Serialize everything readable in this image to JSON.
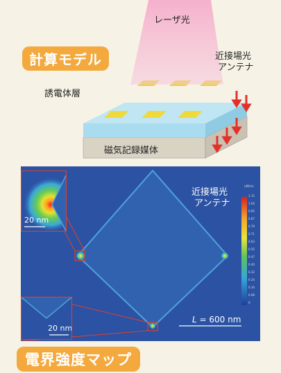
{
  "top_diagram": {
    "title": "計算モデル",
    "laser_label": "レーザ光",
    "antenna_label_line1": "近接場光",
    "antenna_label_line2": "アンテナ",
    "dielectric_label": "誘電体層",
    "medium_label": "磁気記録媒体"
  },
  "field_map": {
    "title": "電界強度マップ",
    "antenna_label_line1": "近接場光",
    "antenna_label_line2": "アンテナ",
    "scale_label_top": "20 nm",
    "scale_label_bottom": "20 nm",
    "size_label_var": "L",
    "size_label_value": " = 600 nm",
    "colorbar_ticks": [
      "1.15",
      "1.04",
      "0.95",
      "0.87",
      "0.79",
      "0.71",
      "0.63",
      "0.55",
      "0.47",
      "0.40",
      "0.32",
      "0.24",
      "0.16",
      "0.08",
      "0"
    ],
    "colorbar_unit": "(dB/m)"
  },
  "colors": {
    "accent_orange": "#f3a93d",
    "map_background": "#2a4e9e",
    "callout_red": "#e0402a",
    "antenna_yellow": "#f0dc3c",
    "dielectric_blue": "#bfe6f3",
    "laser_pink": "#f3a6c4"
  }
}
